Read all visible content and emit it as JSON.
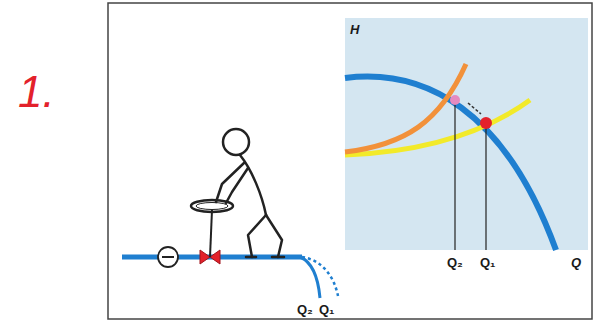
{
  "diagram": {
    "labels": [
      "1.",
      "H",
      "Q₂",
      "Q₁",
      "Q",
      "Q₂",
      "Q₁"
    ]
  }
}
